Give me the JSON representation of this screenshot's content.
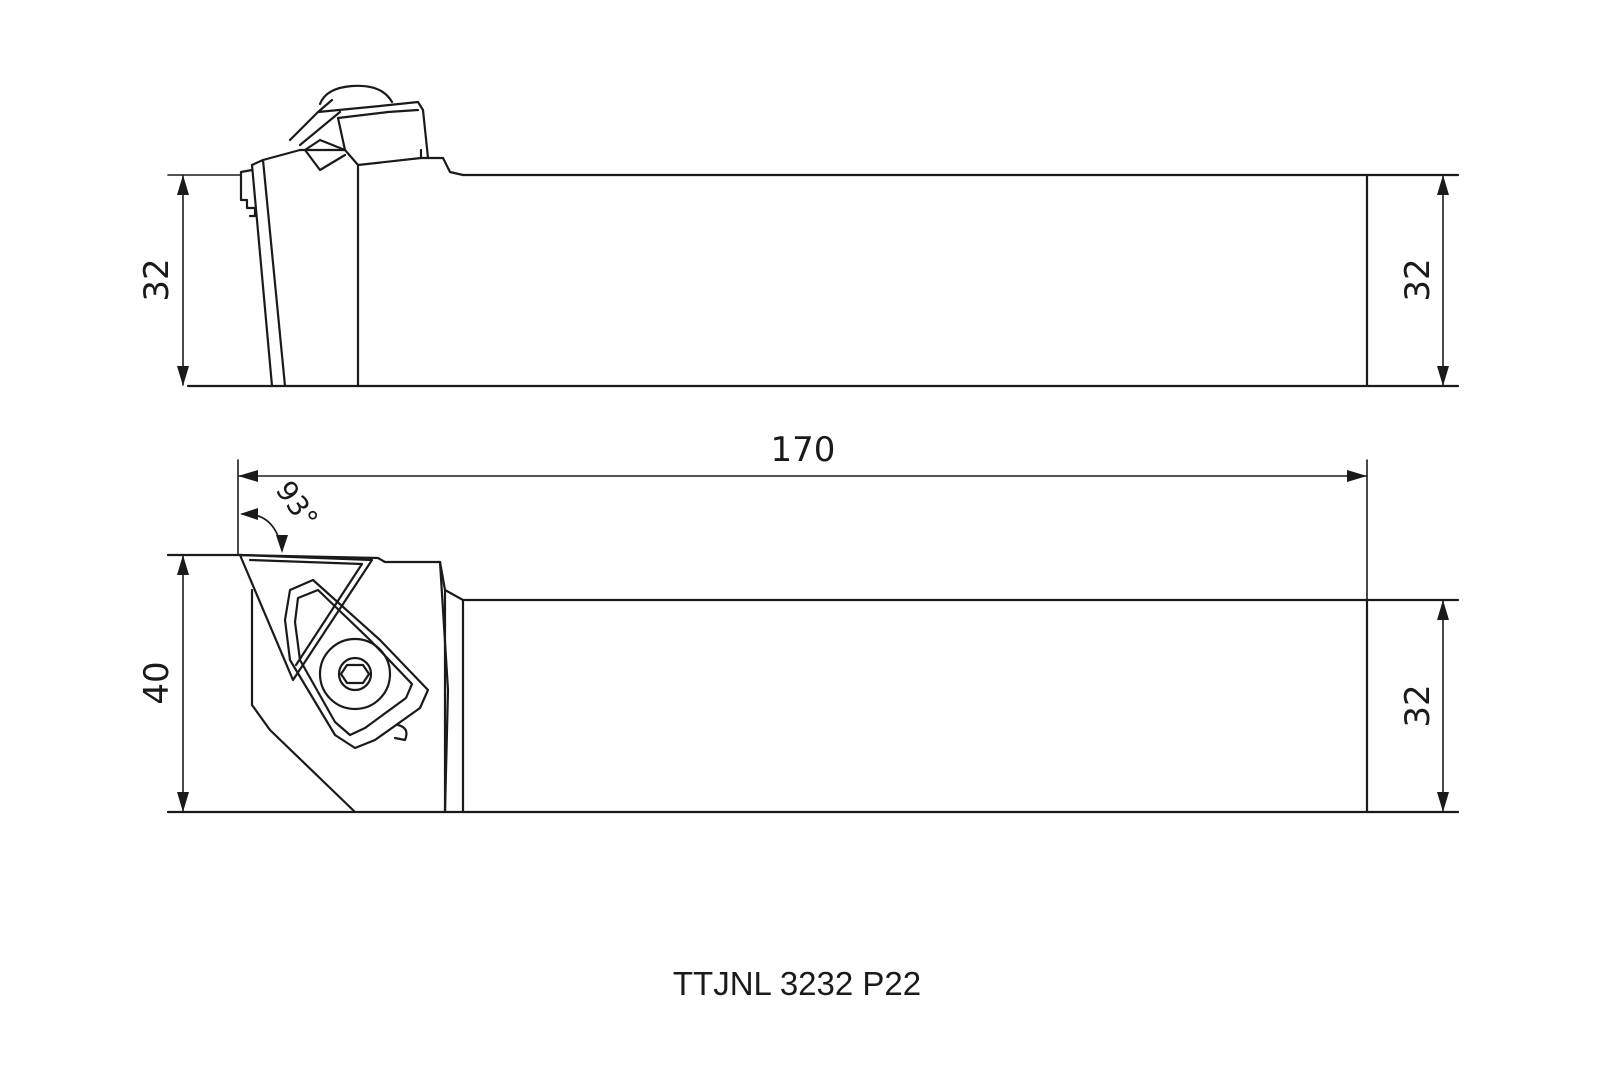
{
  "dimensions": {
    "side_height_left": "32",
    "side_height_right": "32",
    "overall_length": "170",
    "approach_angle": "93°",
    "top_height_left": "40",
    "top_height_right": "32"
  },
  "part_number": "TTJNL 3232 P22",
  "colors": {
    "line": "#1a1a1a",
    "background": "#ffffff"
  }
}
